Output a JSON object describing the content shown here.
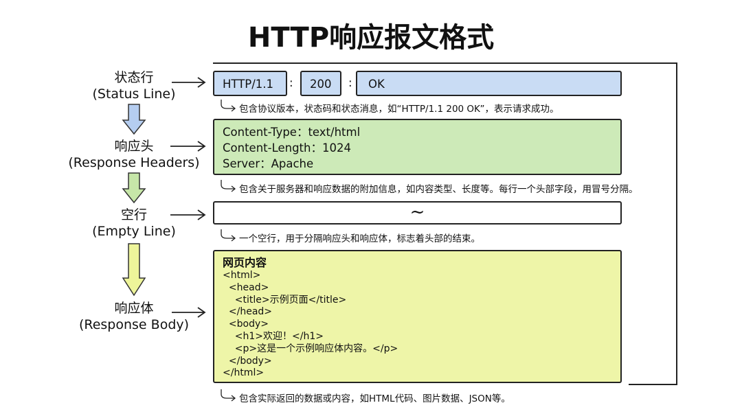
{
  "title": "HTTP响应报文格式",
  "sections": [
    {
      "label": "状态行",
      "label_en": "(Status Line)",
      "note": "包含协议版本，状态码和状态消息，如“HTTP/1.1 200 OK”，表示请求成功。"
    },
    {
      "label": "响应头",
      "label_en": "(Response Headers)",
      "note": "包含关于服务器和响应数据的附加信息，如内容类型、长度等。每行一个头部字段，用冒号分隔。"
    },
    {
      "label": "空行",
      "label_en": "(Empty Line)",
      "note": "一个空行，用于分隔响应头和响应体，标志着头部的结束。"
    },
    {
      "label": "响应体",
      "label_en": "(Response Body)",
      "note": "包含实际返回的数据或内容，如HTML代码、图片数据、JSON等。"
    }
  ],
  "status_line": {
    "version": "HTTP/1.1",
    "code": "200",
    "message": "OK",
    "separator": ":"
  },
  "headers": [
    "Content-Type：text/html",
    "Content-Length：1024",
    "Server：Apache"
  ],
  "empty_line": "~",
  "body": {
    "heading": "网页内容",
    "lines": [
      "<html>",
      "  <head>",
      "    <title>示例页面</title>",
      "  </head>",
      "  <body>",
      "    <h1>欢迎！</h1>",
      "    <p>这是一个示例响应体内容。</p>",
      "  </body>",
      "</html>"
    ]
  },
  "colors": {
    "status": "#c9dcf4",
    "headers": "#cdeab8",
    "body": "#eef5a8"
  }
}
